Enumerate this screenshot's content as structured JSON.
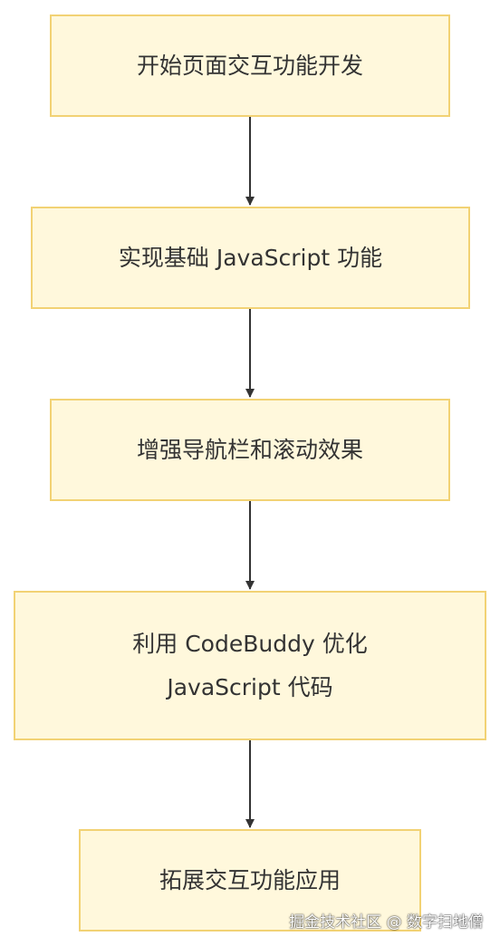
{
  "nodes": [
    {
      "id": "n1",
      "lines": [
        "开始页面交互功能开发"
      ]
    },
    {
      "id": "n2",
      "lines": [
        "实现基础 JavaScript 功能"
      ]
    },
    {
      "id": "n3",
      "lines": [
        "增强导航栏和滚动效果"
      ]
    },
    {
      "id": "n4",
      "lines": [
        "利用 CodeBuddy 优化",
        "JavaScript 代码"
      ]
    },
    {
      "id": "n5",
      "lines": [
        "拓展交互功能应用"
      ]
    }
  ],
  "edges": [
    {
      "from": "n1",
      "to": "n2"
    },
    {
      "from": "n2",
      "to": "n3"
    },
    {
      "from": "n3",
      "to": "n4"
    },
    {
      "from": "n4",
      "to": "n5"
    }
  ],
  "watermark": "掘金技术社区 @ 数字扫地僧",
  "colors": {
    "node_fill": "#fff8dc",
    "node_border": "#f2d274",
    "edge": "#333333"
  }
}
